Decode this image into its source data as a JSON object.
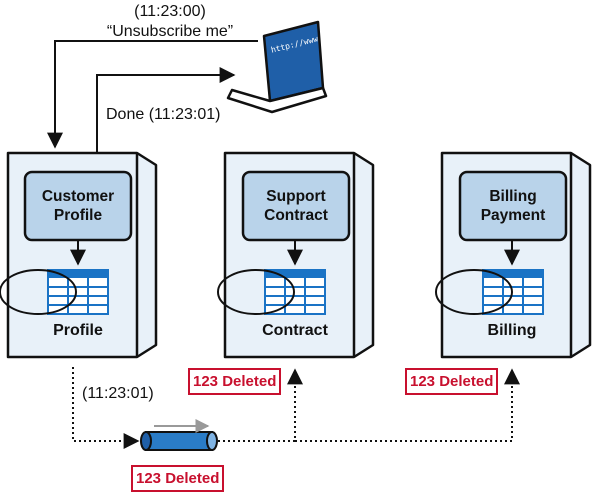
{
  "request": {
    "time": "(11:23:00)",
    "message": "“Unsubscribe me”"
  },
  "response": {
    "label": "Done (11:23:01)"
  },
  "laptop": {
    "screen_text": "http://www"
  },
  "services": [
    {
      "name_line1": "Customer",
      "name_line2": "Profile",
      "table": "Profile"
    },
    {
      "name_line1": "Support",
      "name_line2": "Contract",
      "table": "Contract"
    },
    {
      "name_line1": "Billing",
      "name_line2": "Payment",
      "table": "Billing"
    }
  ],
  "event": {
    "time": "(11:23:01)",
    "message": "123 Deleted"
  },
  "deleted_badges": [
    "123 Deleted",
    "123 Deleted"
  ],
  "colors": {
    "service_fill": "#e8f1f9",
    "component_fill": "#b9d3ea",
    "table_blue": "#1a73c5",
    "deleted_red": "#c8102e",
    "queue_blue": "#2a7cc7"
  }
}
